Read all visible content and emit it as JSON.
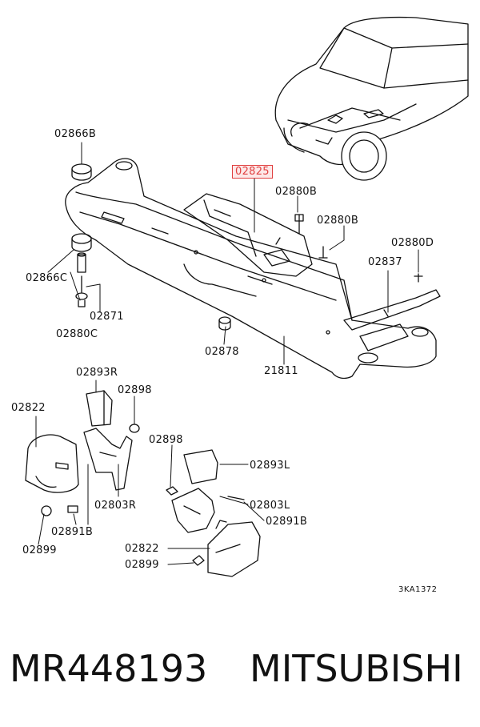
{
  "labels": {
    "l_02866B": "02866B",
    "l_02825": "02825",
    "l_02880B_a": "02880B",
    "l_02880B_b": "02880B",
    "l_02880D": "02880D",
    "l_02837": "02837",
    "l_02866C": "02866C",
    "l_02871": "02871",
    "l_02880C": "02880C",
    "l_02878": "02878",
    "l_21811": "21811",
    "l_02893R": "02893R",
    "l_02898_a": "02898",
    "l_02822_a": "02822",
    "l_02898_b": "02898",
    "l_02893L": "02893L",
    "l_02803R": "02803R",
    "l_02803L": "02803L",
    "l_02891B_a": "02891B",
    "l_02891B_b": "02891B",
    "l_02899_a": "02899",
    "l_02822_b": "02822",
    "l_02899_b": "02899",
    "diagram_code": "3KA1372"
  },
  "highlight_color": "#e04040",
  "footer": {
    "part_number": "MR448193",
    "brand": "MITSUBISHI"
  }
}
